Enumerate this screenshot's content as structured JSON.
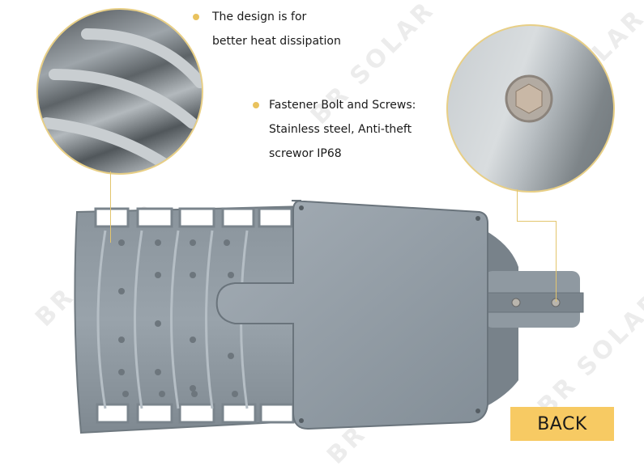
{
  "callouts": [
    {
      "id": "heat",
      "lines": [
        "The design is for",
        "better heat dissipation"
      ]
    },
    {
      "id": "fastener",
      "lines": [
        "Fastener Bolt and Screws:",
        "Stainless steel, Anti-theft",
        "screwor IP68"
      ]
    }
  ],
  "back_button": {
    "label": "BACK"
  },
  "watermark": {
    "text": "BR SOLAR"
  },
  "colors": {
    "accent": "#f7ca63",
    "bullet": "#e9c25e",
    "leader": "#e3c56d",
    "housing": "#8f9aa3"
  }
}
